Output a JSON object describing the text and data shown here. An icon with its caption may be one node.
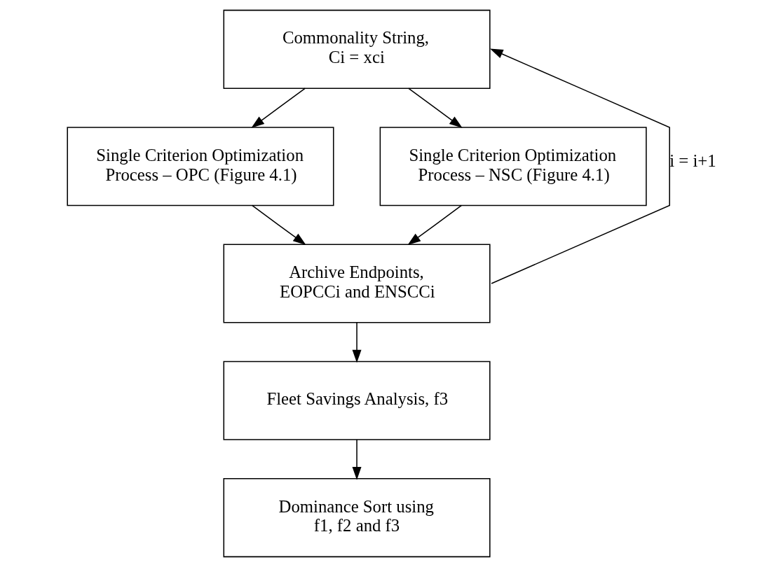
{
  "diagram": {
    "nodes": [
      {
        "text": [
          "Commonality String,",
          "Ci = xci"
        ]
      },
      {
        "text": [
          "Single Criterion Optimization Process – OPC (Figure 4.1)"
        ]
      },
      {
        "text": [
          "Single Criterion Optimization Process – NSC (Figure 4.1)"
        ]
      },
      {
        "text": [
          "Archive Endpoints,",
          "EOPCCi and ENSCCi"
        ]
      },
      {
        "text": [
          "Fleet Savings Analysis, f3"
        ]
      },
      {
        "text": [
          "Dominance Sort using",
          "f1, f2 and f3"
        ]
      }
    ],
    "edges": [
      {
        "from": 0,
        "to": 1,
        "arrow": "to"
      },
      {
        "from": 0,
        "to": 2,
        "arrow": "to"
      },
      {
        "from": 1,
        "to": 3,
        "arrow": "to"
      },
      {
        "from": 2,
        "to": 3,
        "arrow": "to"
      },
      {
        "from": 3,
        "to": 0,
        "arrow": "to",
        "label": "i = i+1"
      },
      {
        "from": 3,
        "to": 4,
        "arrow": "to"
      },
      {
        "from": 4,
        "to": 5,
        "arrow": "to"
      }
    ]
  }
}
